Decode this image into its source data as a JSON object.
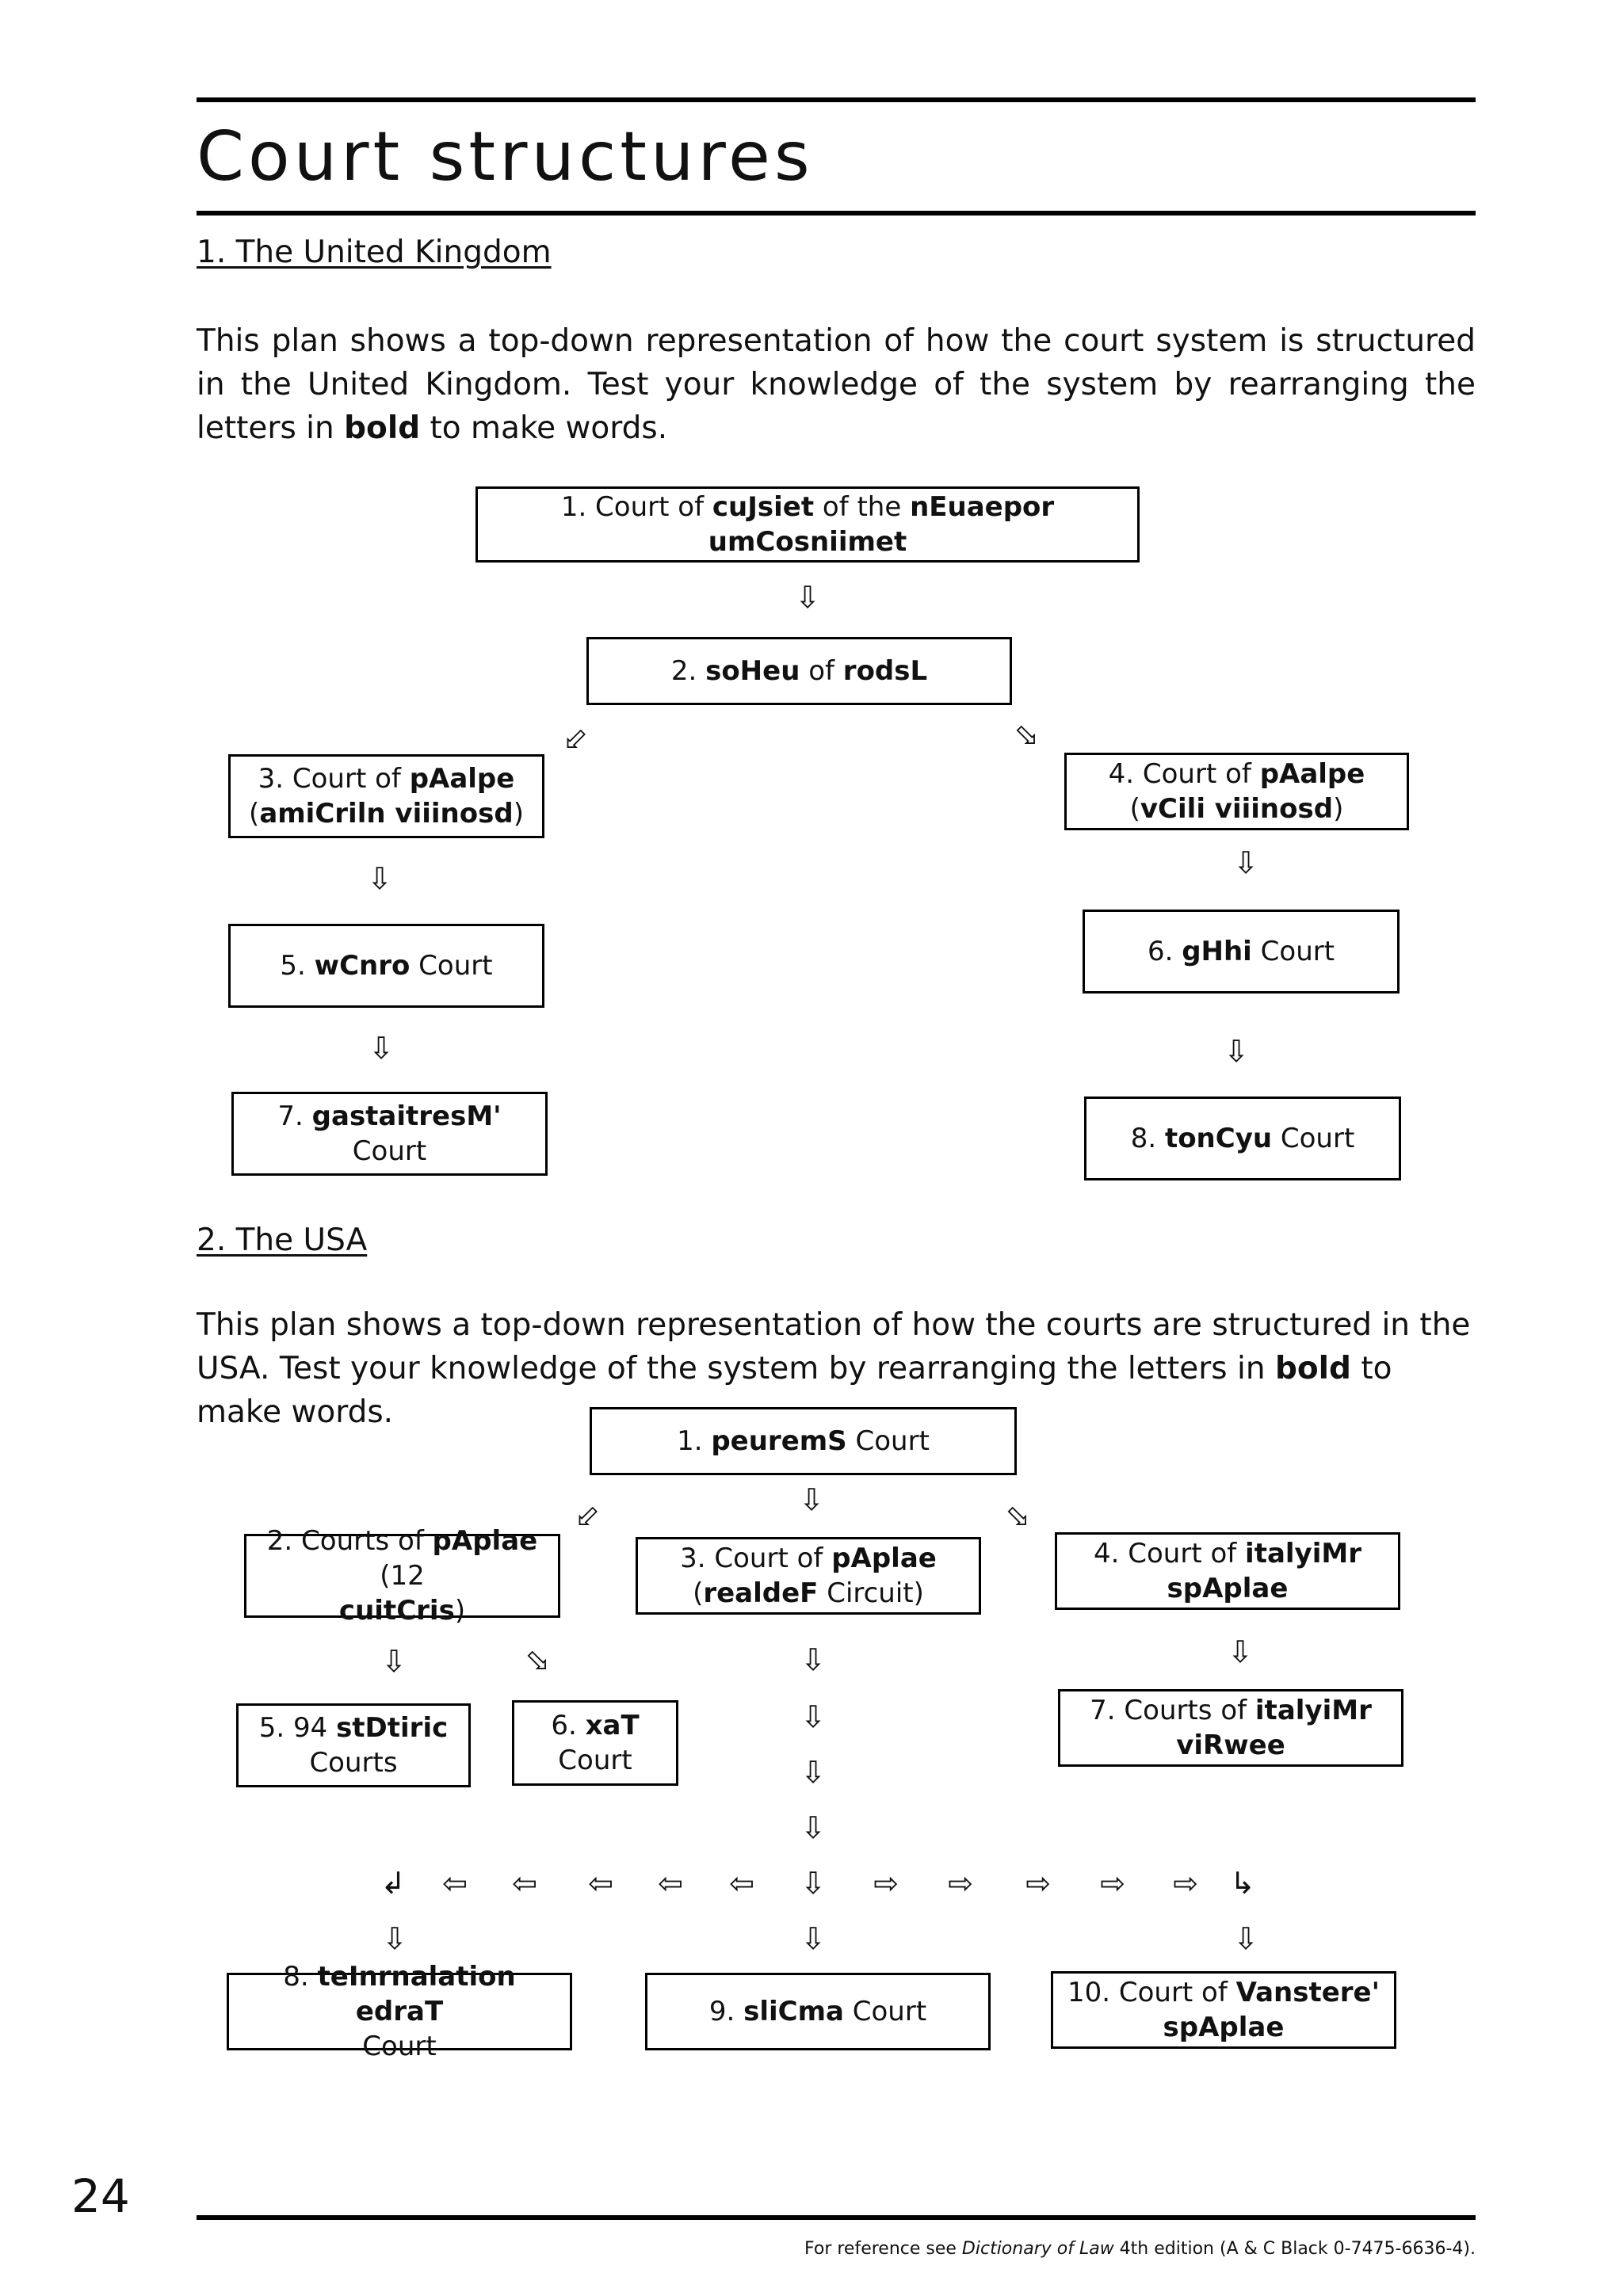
{
  "page": {
    "title": "Court structures",
    "page_number": "24",
    "footer": {
      "prefix": "For reference see ",
      "book": "Dictionary of Law",
      "suffix": " 4th edition  (A & C Black 0-7475-6636-4)."
    }
  },
  "uk": {
    "heading": "1. The United Kingdom",
    "intro_a": "This plan shows a top-down representation of how the court system is structured in the United Kingdom. Test your knowledge of the system by rearranging the letters in ",
    "intro_bold": "bold",
    "intro_b": " to make words.",
    "boxes": {
      "b1": {
        "t1": "1. Court of ",
        "b1": "cuJsiet",
        "t2": " of the ",
        "b2": "nEuaepor umCosniimet"
      },
      "b2": {
        "t1": "2. ",
        "b1": "soHeu",
        "t2": " of ",
        "b2": "rodsL"
      },
      "b3": {
        "t1": "3. Court of ",
        "b1": "pAalpe",
        "t2": "(",
        "b2": "amiCriln viiinosd",
        "t3": ")"
      },
      "b4": {
        "t1": "4. Court of ",
        "b1": "pAalpe",
        "t2": "(",
        "b2": "vCili viiinosd",
        "t3": ")"
      },
      "b5": {
        "t1": "5. ",
        "b1": "wCnro",
        "t2": " Court"
      },
      "b6": {
        "t1": "6. ",
        "b1": "gHhi",
        "t2": " Court"
      },
      "b7": {
        "t1": "7. ",
        "b1": "gastaitresM'",
        "t2": " Court"
      },
      "b8": {
        "t1": "8. ",
        "b1": "tonCyu",
        "t2": " Court"
      }
    }
  },
  "usa": {
    "heading": "2. The USA",
    "intro_a": "This plan shows a top-down representation of how the courts are structured in the USA. Test your knowledge of the system by rearranging the letters in ",
    "intro_bold": "bold",
    "intro_b": " to make words.",
    "boxes": {
      "b1": {
        "t1": "1. ",
        "b1": "peuremS",
        "t2": " Court"
      },
      "b2": {
        "t1": "2. Courts of ",
        "b1": "pAplae",
        "t2": " (12 ",
        "b2": "cuitCris",
        "t3": ")"
      },
      "b3": {
        "t1": "3. Court of ",
        "b1": "pAplae",
        "t2": "(",
        "b2": "realdeF",
        "t3": " Circuit)"
      },
      "b4": {
        "t1": "4. Court of ",
        "b1": "italyiMr",
        "b2": "spAplae"
      },
      "b5": {
        "t1": "5. 94 ",
        "b1": "stDtiric",
        "t2": "Courts"
      },
      "b6": {
        "t1": "6. ",
        "b1": "xaT",
        "t2": " Court"
      },
      "b7": {
        "t1": "7. Courts of ",
        "b1": "italyiMr",
        "b2": "viRwee"
      },
      "b8": {
        "t1": "8. ",
        "b1": "teInrnalation edraT",
        "t2": "Court"
      },
      "b9": {
        "t1": "9. ",
        "b1": "sliCma",
        "t2": " Court"
      },
      "b10": {
        "t1": "10. Court of ",
        "b1": "Vanstere'",
        "b2": "spAplae"
      }
    }
  },
  "glyphs": {
    "down": "⇩",
    "left": "⇦",
    "right": "⇨",
    "up_right": "⬀",
    "down_right": "⬂",
    "up_left": "⬁",
    "down_left": "⬃",
    "curl_left": "↲",
    "curl_right": "↳"
  }
}
